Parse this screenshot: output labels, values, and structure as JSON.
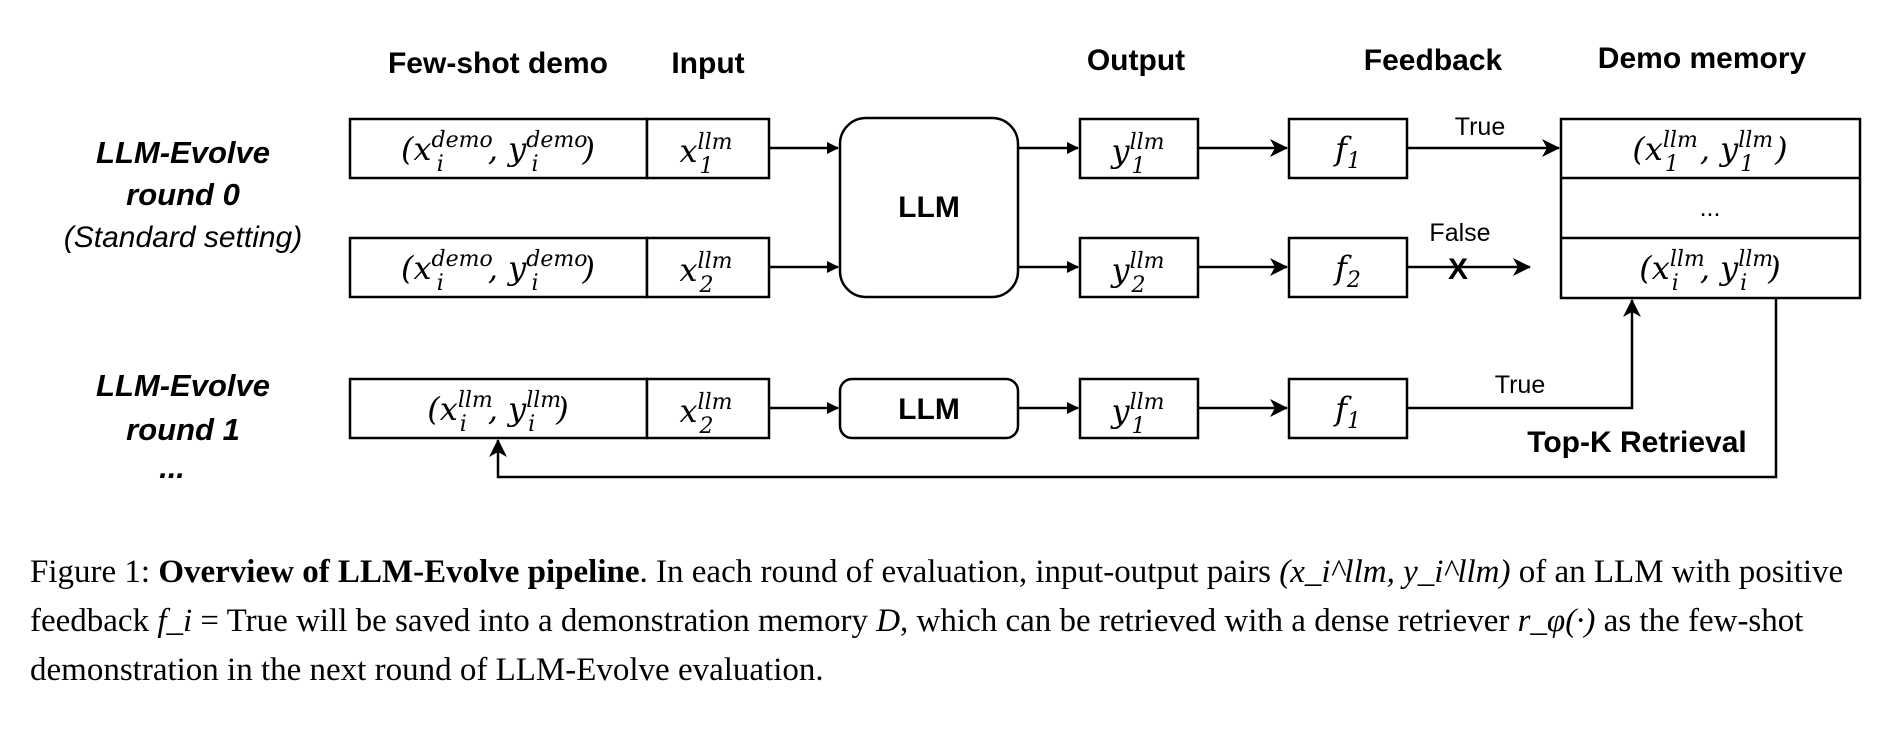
{
  "headers": {
    "fewshot": "Few-shot demo",
    "input": "Input",
    "output": "Output",
    "feedback": "Feedback",
    "memory": "Demo memory"
  },
  "round0": {
    "title_line1": "LLM-Evolve",
    "title_line2": "round 0",
    "subtitle": "(Standard setting)"
  },
  "round1": {
    "title_line1": "LLM-Evolve",
    "title_line2": "round 1",
    "ellipsis": "..."
  },
  "llm_label": "LLM",
  "edge_labels": {
    "true_top": "True",
    "false": "False",
    "false_mark": "X",
    "true_bottom": "True",
    "retrieval": "Top-K Retrieval"
  },
  "memory_ellipsis": "...",
  "math": {
    "demo_pair": "(x_i^demo, y_i^demo)",
    "llm_pair_i": "(x_i^llm, y_i^llm)",
    "llm_pair_1": "(x_1^llm, y_1^llm)",
    "x1": "x_1^llm",
    "x2": "x_2^llm",
    "y1": "y_1^llm",
    "y2": "y_2^llm",
    "f1": "f_1",
    "f2": "f_2"
  },
  "caption": {
    "figure_label": "Figure 1:",
    "title": "Overview of LLM-Evolve pipeline",
    "s1": ". In each round of evaluation, input-output pairs ",
    "pair": "(x_i^llm, y_i^llm)",
    "s2": " of an LLM with positive feedback ",
    "fi": "f_i",
    "eq": " = True will be saved into a demonstration memory ",
    "D": "D",
    "s3": ", which can be retrieved with a dense retriever ",
    "r": "r_φ(·)",
    "s4": " as the few-shot demonstration in the next round of LLM-Evolve evaluation."
  }
}
